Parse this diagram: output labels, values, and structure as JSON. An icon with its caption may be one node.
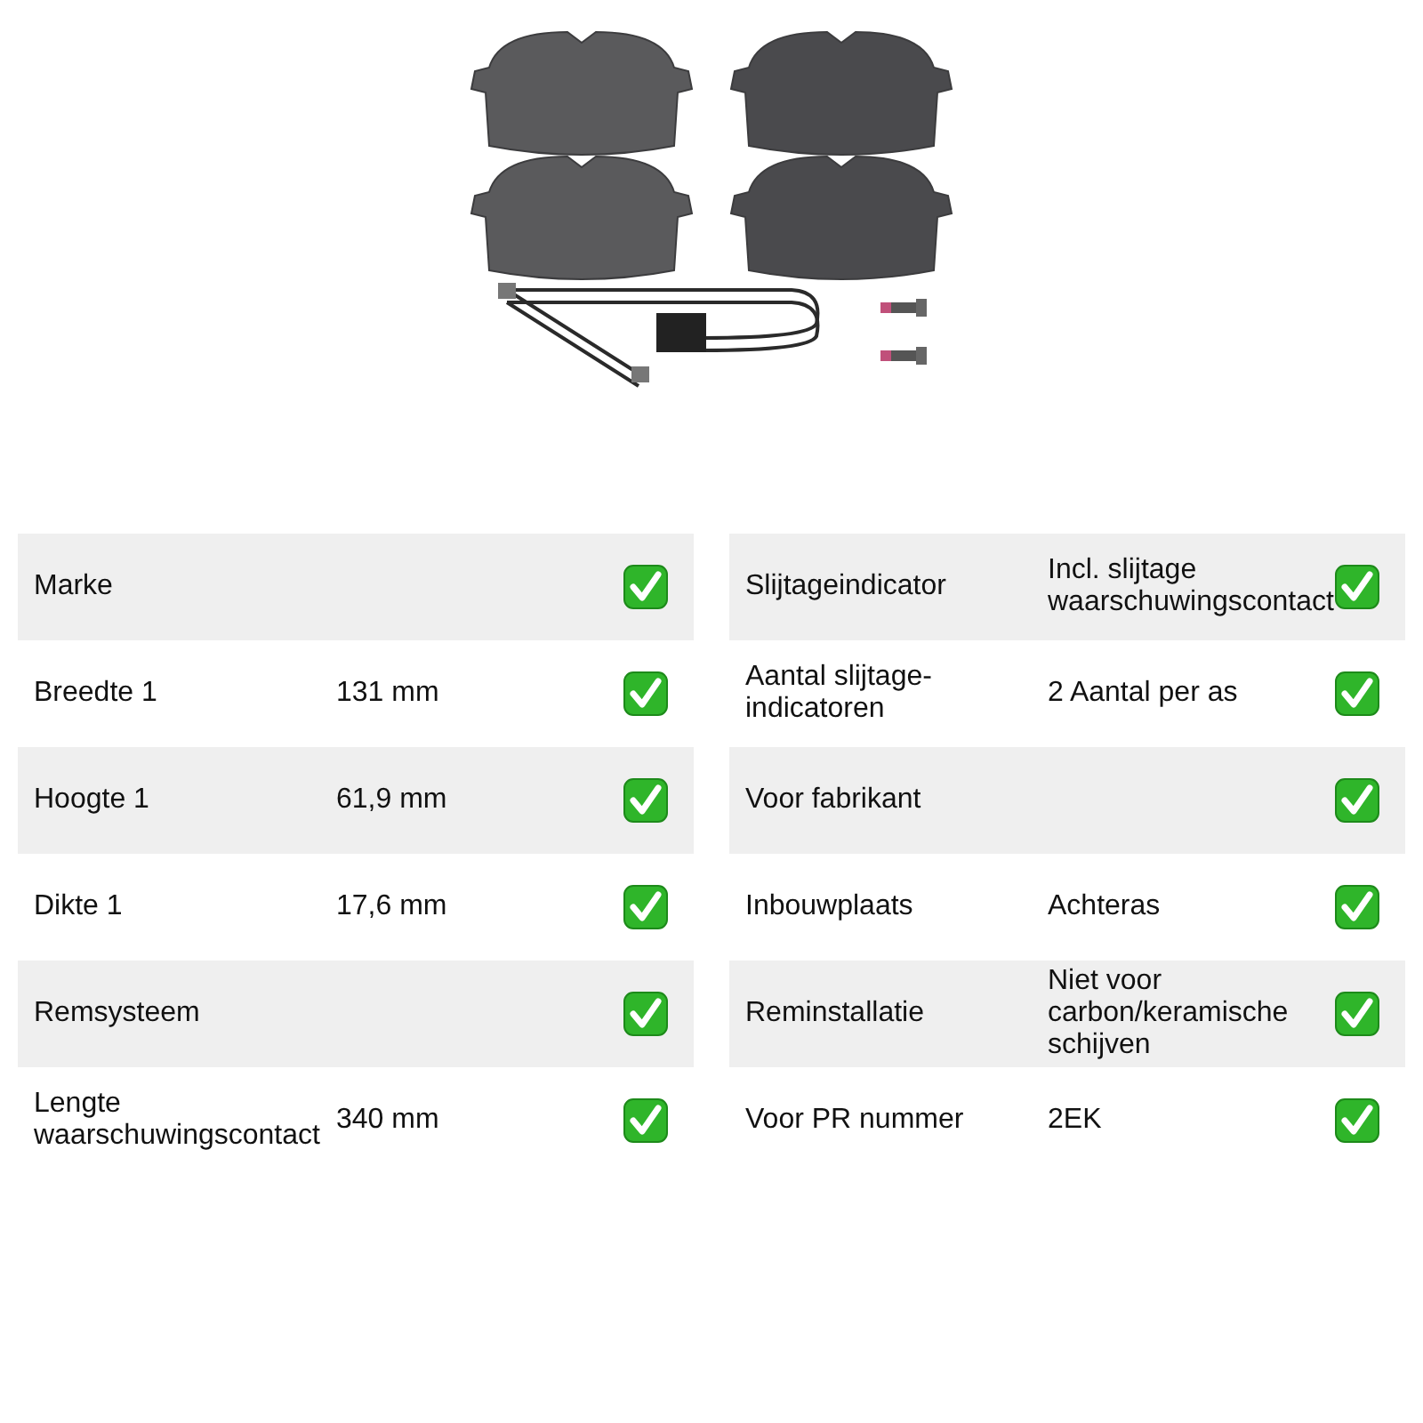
{
  "diagram": {
    "labels": [
      "Marke",
      "Breedte 1",
      "131 mm",
      "Hoogte 1",
      "61,9 mm",
      "Dikte 1",
      "17,6 mm",
      "Remsysteem",
      "Lengte waarschuwingscontact",
      "340 mm",
      "Slijtageindicator",
      "Incl. slijtage waarschuwingscontact",
      "Aantal slijtage-indicatoren",
      "2 Aantal per as",
      "Voor fabrikant",
      "Inbouwplaats",
      "Achteras",
      "Reminstallatie",
      "Niet voor carbon/keramische schijven",
      "Voor PR nummer",
      "2EK"
    ]
  }
}
